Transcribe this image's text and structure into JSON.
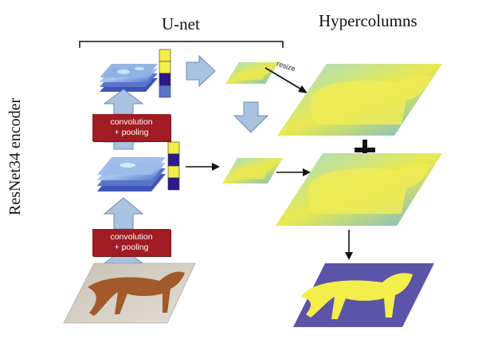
{
  "titles": {
    "unet": "U-net",
    "hypercolumns": "Hypercolumns",
    "encoder": "ResNet34 encoder"
  },
  "conv_blocks": [
    {
      "line1": "convolution",
      "line2": "+ pooling"
    },
    {
      "line1": "convolution",
      "line2": "+ pooling"
    }
  ],
  "arrow_label": "resize",
  "plus_symbol": "+",
  "colors": {
    "conv_box": "#a01c22",
    "feature_yellow": "#f3ee4a",
    "feature_cyan": "#7fd6d0",
    "feature_blue": "#5b74c9",
    "feature_dark": "#2b1a8e",
    "arrow_fill": "#a9c2e0",
    "mask_purple": "#5a55a8"
  },
  "vector_top": [
    "#f3ee4a",
    "#f3ee4a",
    "#2b1a8e",
    "#5b74c9"
  ],
  "vector_mid": [
    "#f3ee4a",
    "#2b1a8e",
    "#f3ee4a",
    "#2b1a8e"
  ]
}
